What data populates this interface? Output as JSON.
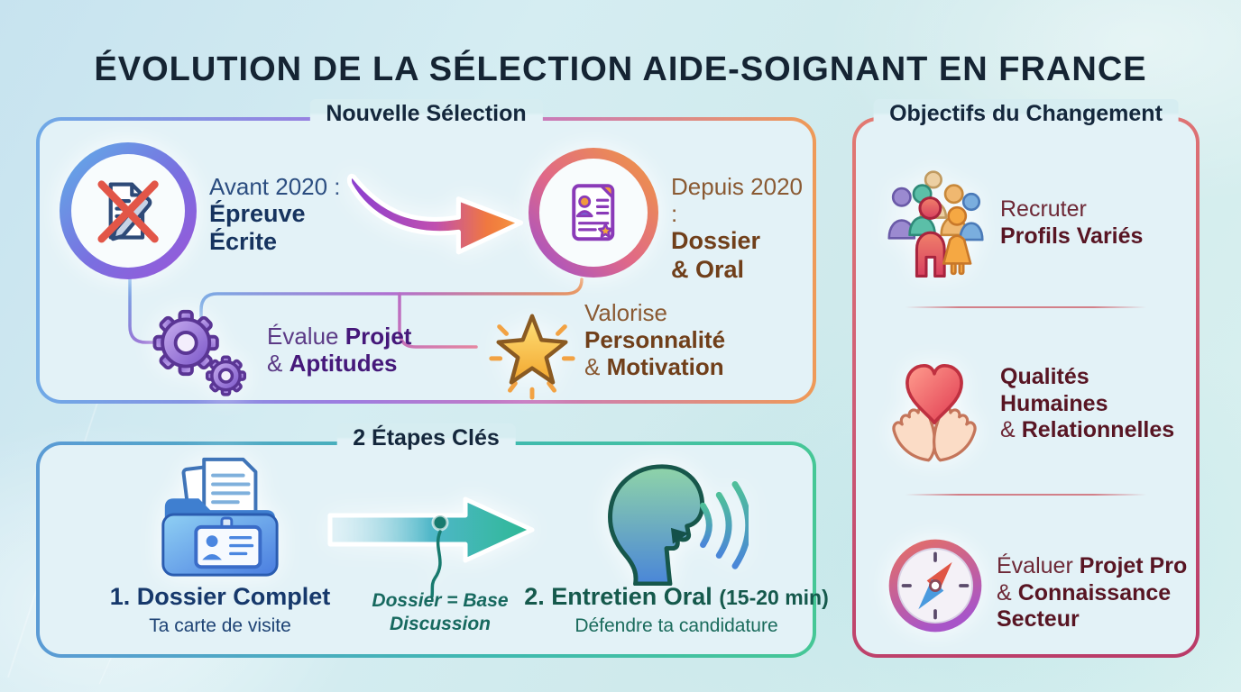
{
  "title": "ÉVOLUTION DE LA SÉLECTION AIDE-SOIGNANT EN FRANCE",
  "panels": {
    "nouvelle": {
      "header": "Nouvelle Sélection",
      "before_label": "Avant 2020 :",
      "before_bold1": "Épreuve",
      "before_bold2": "Écrite",
      "after_label": "Depuis 2020 :",
      "after_bold1": "Dossier",
      "after_bold2": "& Oral",
      "evalue_normal": "Évalue",
      "evalue_bold1": "Projet",
      "evalue_amp": "&",
      "evalue_bold2": "Aptitudes",
      "valorise_normal": "Valorise",
      "valorise_bold1": "Personnalité",
      "valorise_amp": "&",
      "valorise_bold2": "Motivation"
    },
    "etapes": {
      "header": "2 Étapes Clés",
      "step1_title": "1. Dossier Complet",
      "step1_sub": "Ta carte de visite",
      "note_line1": "Dossier = Base",
      "note_line2": "Discussion",
      "step2_title": "2. Entretien Oral",
      "step2_duration": "(15-20 min)",
      "step2_sub": "Défendre ta candidature"
    },
    "objectifs": {
      "header": "Objectifs du Changement",
      "item1_normal": "Recruter",
      "item1_bold": "Profils Variés",
      "item2_bold1": "Qualités",
      "item2_bold2": "Humaines",
      "item2_amp": "&",
      "item2_bold3": "Relationnelles",
      "item3_normal": "Évaluer",
      "item3_bold1": "Projet Pro",
      "item3_amp": "&",
      "item3_bold2": "Connaissance",
      "item3_bold3": "Secteur"
    }
  },
  "icons": {
    "old_exam": "crossed-written-exam-icon",
    "transition": "transition-swoosh-arrow-icon",
    "dossier_doc": "dossier-document-icon",
    "gears": "gears-icon",
    "star": "star-icon",
    "folder": "dossier-folder-icon",
    "process_arrow": "process-arrow-icon",
    "speaking_head": "speaking-head-icon",
    "people": "people-group-icon",
    "heart_hands": "heart-in-hands-icon",
    "compass": "compass-icon"
  },
  "colors": {
    "title_text": "#152433",
    "panel1_border": [
      "#6fa9e6",
      "#9d7ce0",
      "#ef9a57"
    ],
    "panel2_border": [
      "#5b9bd5",
      "#46c796"
    ],
    "panel3_border": [
      "#e37a72",
      "#b93a68"
    ],
    "blue_text": "#16335f",
    "brown_text": "#703f1a",
    "purple_text": "#45187a",
    "teal_text": "#15594c",
    "maroon_text": "#581523",
    "background": "#d5edf2"
  }
}
